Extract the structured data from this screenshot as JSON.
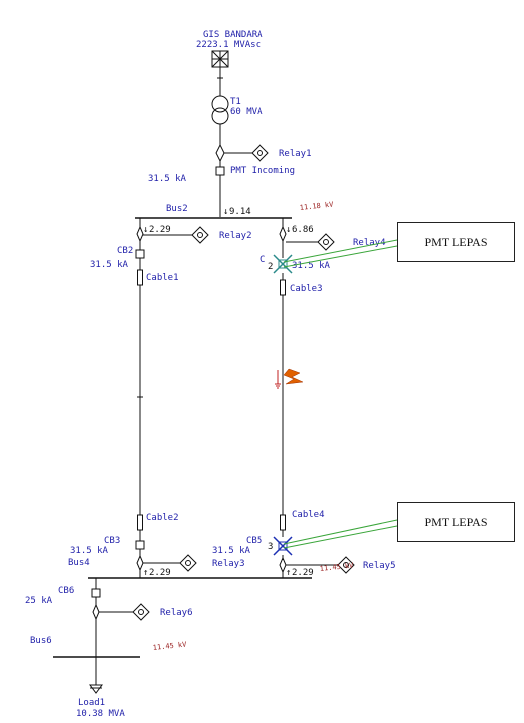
{
  "colors": {
    "label": "#2222aa",
    "voltage": "#9a2020",
    "line": "#111111",
    "callout_line": "#3aa53a",
    "open_breaker": "#1b2fb3",
    "fault": "#e06000"
  },
  "source": {
    "name": "GIS BANDARA",
    "rating": "2223.1 MVAsc"
  },
  "transformer": {
    "name": "T1",
    "rating": "60 MVA"
  },
  "relay1": "Relay1",
  "pmt_incoming": {
    "label": "PMT Incoming",
    "isc": "31.5 kA"
  },
  "bus2": {
    "name": "Bus2",
    "voltage": "11.18 kV",
    "current_incoming": "9.14",
    "current_left": "2.29",
    "current_right": "6.86"
  },
  "cb2": {
    "name": "CB2",
    "isc": "31.5 kA"
  },
  "relay2": "Relay2",
  "cable1": "Cable1",
  "cb_right_top": {
    "name": "C",
    "isc": "31.5 kA",
    "fault_index": "2"
  },
  "relay4": "Relay4",
  "cable3": "Cable3",
  "callouts": [
    "PMT LEPAS",
    "PMT LEPAS"
  ],
  "cable2": "Cable2",
  "cb3": {
    "name": "CB3",
    "isc": "31.5 kA"
  },
  "bus4": {
    "name": "Bus4",
    "voltage": "11.45 kV",
    "current_left": "2.29",
    "current_right": "2.29"
  },
  "relay3": "Relay3",
  "cable4": "Cable4",
  "cb5": {
    "name": "CB5",
    "isc": "31.5 kA",
    "fault_index": "3"
  },
  "relay5": "Relay5",
  "cb6": {
    "name": "CB6",
    "isc": "25 kA"
  },
  "relay6": "Relay6",
  "bus6": {
    "name": "Bus6",
    "voltage": "11.45 kV"
  },
  "load": {
    "name": "Load1",
    "rating": "10.38 MVA"
  }
}
